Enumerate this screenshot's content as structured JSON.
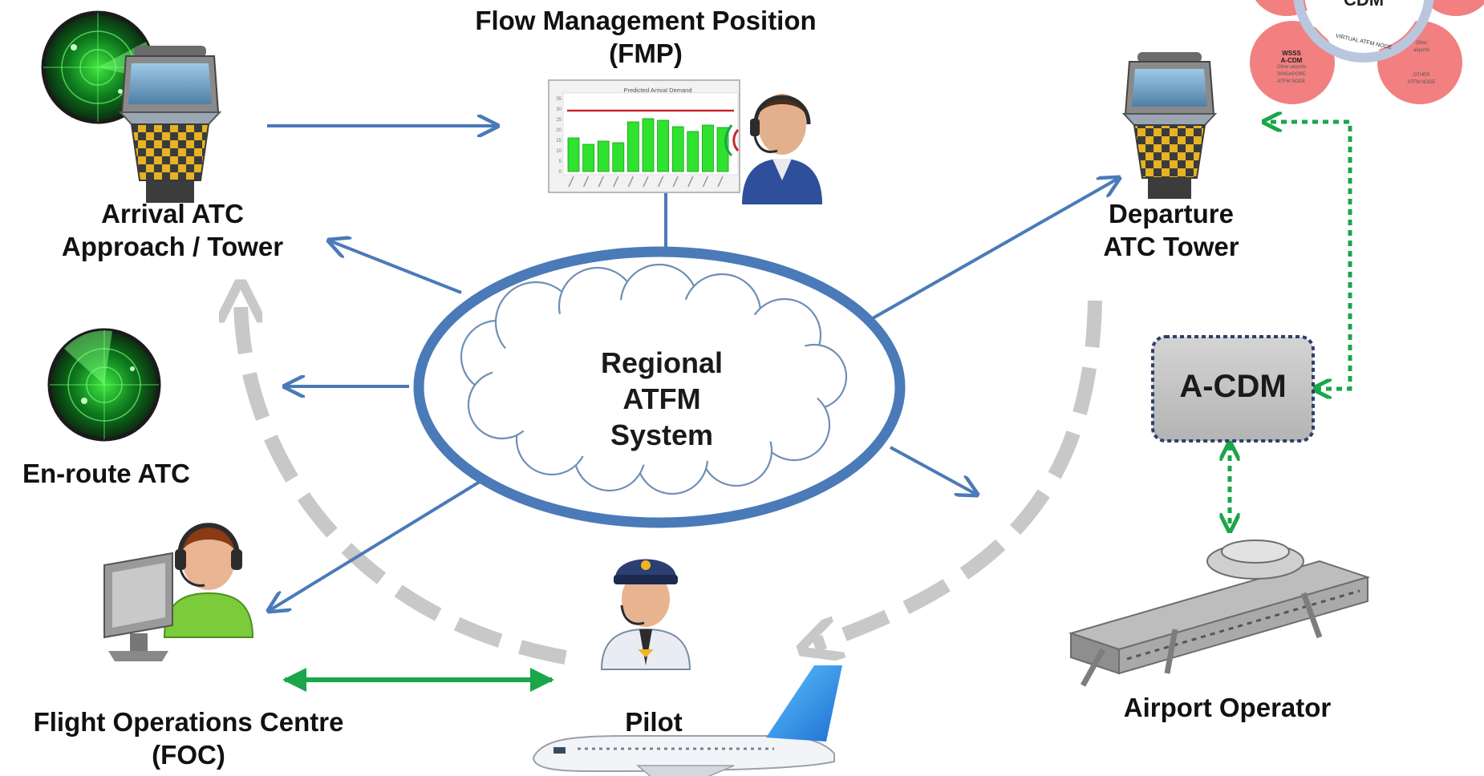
{
  "fmp": {
    "line1": "Flow Management Position",
    "line2": "(FMP)",
    "chart_title": "Predicted Arrival Demand",
    "y_ticks": [
      "35",
      "30",
      "25",
      "20",
      "15",
      "10",
      "5",
      "0"
    ]
  },
  "arrival": {
    "line1": "Arrival ATC",
    "line2": "Approach / Tower"
  },
  "departure": {
    "line1": "Departure",
    "line2": "ATC Tower"
  },
  "enroute": {
    "label": "En-route ATC"
  },
  "foc": {
    "line1": "Flight Operations Centre",
    "line2": "(FOC)"
  },
  "pilot": {
    "label": "Pilot"
  },
  "airport": {
    "label": "Airport Operator"
  },
  "acdm": {
    "label": "A-CDM"
  },
  "center": {
    "line1": "Regional",
    "line2": "ATFM",
    "line3": "System"
  },
  "cdm_inset": {
    "title": "CDM",
    "ring_text": "VIRTUAL ATFM NODE",
    "left_node": {
      "line1": "WSSS",
      "line2": "A-CDM",
      "line3": "Other airports",
      "line4": "SINGAPORE",
      "line5": "ATFM NODE"
    },
    "right_node": {
      "line1": "Other",
      "line2": "airports",
      "line3": "OTHER",
      "line4": "ATFM NODE"
    }
  },
  "colors": {
    "blue_arrow": "#4a7ab8",
    "green_arrow": "#1aa64a",
    "gray_arrow": "#c8c8c8",
    "ellipse": "#4a7ab8",
    "acdm_fill": "#c6c6c6",
    "radar": "#1bd61b",
    "cdm_pink": "#f06a6a"
  },
  "icons": [
    "radar-icon",
    "control-tower-icon",
    "demand-chart-icon",
    "controller-headset-icon",
    "foc-operator-icon",
    "pilot-icon",
    "aircraft-icon",
    "airport-terminal-icon",
    "cloud-icon"
  ]
}
